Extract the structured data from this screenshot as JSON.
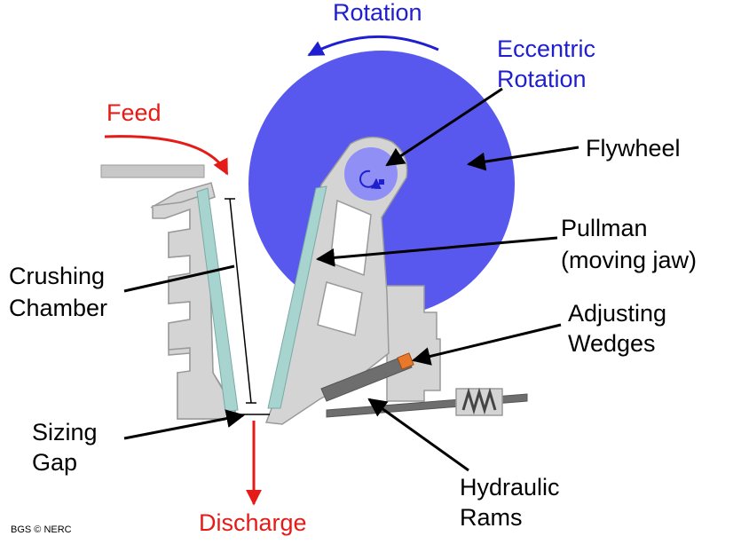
{
  "diagram": {
    "labels": {
      "rotation": "Rotation",
      "eccentric_line1": "Eccentric",
      "eccentric_line2": "Rotation",
      "feed": "Feed",
      "flywheel": "Flywheel",
      "pullman_line1": "Pullman",
      "pullman_line2": "(moving jaw)",
      "crushing_line1": "Crushing",
      "crushing_line2": "Chamber",
      "adjusting_line1": "Adjusting",
      "adjusting_line2": "Wedges",
      "sizing_line1": "Sizing",
      "sizing_line2": "Gap",
      "hydraulic_line1": "Hydraulic",
      "hydraulic_line2": "Rams",
      "discharge": "Discharge",
      "credit": "BGS © NERC"
    },
    "colors": {
      "flywheel": "#5858ee",
      "eccentric": "#8f8ff5",
      "frame": "#d4d4d4",
      "frame_stroke": "#9a9a9a",
      "jaw_liner": "#a8d4d0",
      "blue_text": "#1f1fd0",
      "red_text": "#e41b17",
      "wedge_orange": "#e8782a",
      "rod": "#6e6e6e"
    }
  }
}
